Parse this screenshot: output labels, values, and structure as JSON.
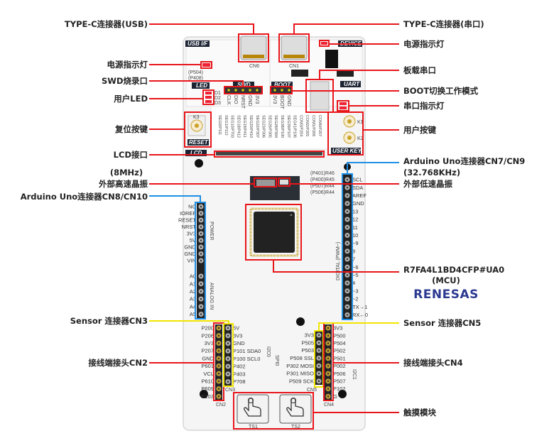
{
  "annotations": {
    "left": {
      "usb_typec": "TYPE-C连接器(USB)",
      "power_led": "电源指示灯",
      "swd": "SWD烧录口",
      "user_led": "用户LED",
      "reset_key": "复位按键",
      "lcd": "LCD接口",
      "hse_freq": "(8MHz)",
      "hse": "外部高速晶振",
      "arduino_left": "Arduino Uno连接器CN8/CN10",
      "sensor_cn3": "Sensor 连接器CN3",
      "terminal_cn2": "接线端接头CN2"
    },
    "right": {
      "serial_typec": "TYPE-C连接器(串口)",
      "power_led": "电源指示灯",
      "onboard_serial": "板载串口",
      "boot_mode": "BOOT切换工作模式",
      "serial_led": "串口指示灯",
      "user_key": "用户按键",
      "arduino_right": "Arduino Uno连接器CN7/CN9",
      "lse_freq": "(32.768KHz)",
      "lse": "外部低速晶振",
      "mcu_part": "R7FA4L1BD4CFP#UA0",
      "mcu": "(MCU)",
      "sensor_cn5": "Sensor 连接器CN5",
      "terminal_cn4": "接线端接头CN4",
      "touch": "触摸模块"
    },
    "logo": "RENESAS"
  },
  "board": {
    "tags": {
      "usb_if": "USB I/F",
      "device": "DEVICE",
      "led": "LED",
      "swd": "SWD",
      "boot": "BOOT",
      "uart": "UART",
      "reset": "RESET",
      "user_key": "USER KEY",
      "lcd": "LCD"
    },
    "swd_pins": [
      "CLK",
      "DIO",
      "NRST",
      "GND",
      "3V3"
    ],
    "boot_pins": [
      "3V3",
      "BOOT",
      "GND"
    ],
    "led_refs": [
      "D1",
      "D2",
      "D3"
    ],
    "key_refs": {
      "k1": "K1",
      "k2": "K2",
      "k3": "K3"
    },
    "connector_refs": {
      "cn6": "CN6",
      "cn1": "CN1",
      "cn2": "CN2",
      "cn3": "CN3",
      "cn4": "CN4",
      "cn5": "CN5",
      "ts1": "TS1",
      "ts2": "TS2"
    },
    "group_labels": {
      "power": "POWER",
      "analog": "ANALOG IN",
      "digital": "DIGITAL (PWM~)",
      "spi": "SPI0",
      "i2c_left": "I2C0",
      "i2c_right": "I2C1"
    },
    "resistor_notes": [
      "(P401)R46",
      "(P400)R45",
      "(P507)R44",
      "(P506)R44"
    ],
    "led_pin_notes": [
      "(P504)",
      "(P408)"
    ],
    "lcd_segments": [
      "SEG0/P111",
      "SEG1/P112",
      "SEG10/P703",
      "SEG18/P412",
      "SEG19/P411",
      "SEG20/P410",
      "SEG22/P307",
      "SEG23/P306",
      "SEG26/P305",
      "SEG28/P304",
      "SEG38/P100",
      "SEG39/P107",
      "SEG41/P106",
      "COM3/P204",
      "COM2/P205",
      "COM1/P206",
      "COM0/P207"
    ],
    "headers": {
      "cn8": [
        "NC",
        "IOREF",
        "RESET",
        "NRST",
        "3V3",
        "5V",
        "GND",
        "GND",
        "VIN"
      ],
      "cn10": [
        "A0",
        "A1",
        "A2",
        "A3",
        "A4",
        "A5"
      ],
      "cn7_cn9": [
        "SCL",
        "SDA",
        "AREF",
        "GND",
        "13",
        "12",
        "11",
        "10",
        "~9",
        "8",
        "7",
        "~6",
        "~5",
        "4",
        "~3",
        "~2",
        "TX→1",
        "RX←0"
      ],
      "cn2": [
        "P200",
        "P206",
        "3V3",
        "P207",
        "GND",
        "P601",
        "VCL",
        "P610",
        "P609",
        "P103"
      ],
      "cn3": [
        "5V",
        "3V3",
        "GND",
        "P101 SDA0",
        "P100 SCL0",
        "P402",
        "P403",
        "P708"
      ],
      "cn5": [
        "3V3",
        "P505",
        "P503",
        "P508 SSL",
        "P302 MOSI",
        "P301 MISO",
        "P509 SCK"
      ],
      "cn4": [
        "3V3",
        "P500",
        "P504",
        "P502",
        "P501",
        "P002",
        "P506",
        "P507",
        "P102",
        "G"
      ]
    }
  },
  "colors": {
    "highlight_red": "#e8161b",
    "highlight_blue": "#1e8fe6",
    "highlight_yellow": "#f2e500",
    "renesas_blue": "#2b3990",
    "pad_gold": "#c9a227"
  }
}
